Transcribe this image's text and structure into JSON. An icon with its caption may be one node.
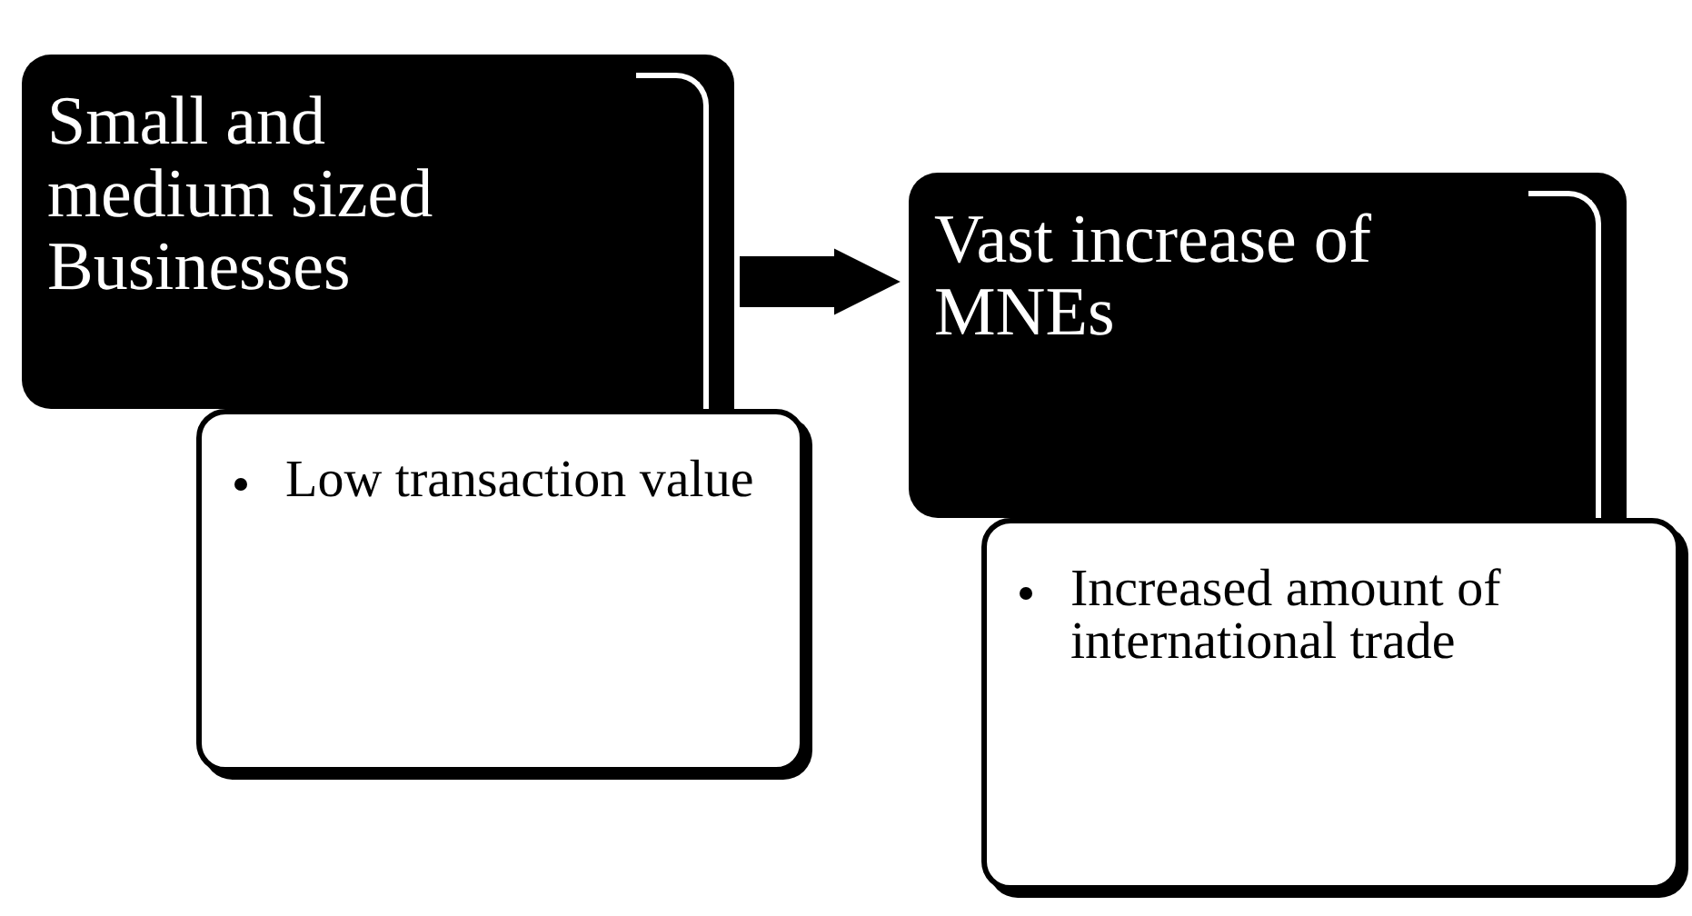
{
  "diagram": {
    "nodes": [
      {
        "text": [
          "Small and medium sized Businesses"
        ]
      },
      {
        "text": [
          "Low transaction value"
        ]
      },
      {
        "text": [
          "Vast increase of MNEs"
        ]
      },
      {
        "text": [
          "Increased amount of international trade"
        ]
      }
    ],
    "edges": [
      {
        "from": 0,
        "to": 2,
        "arrow": "to"
      }
    ]
  }
}
